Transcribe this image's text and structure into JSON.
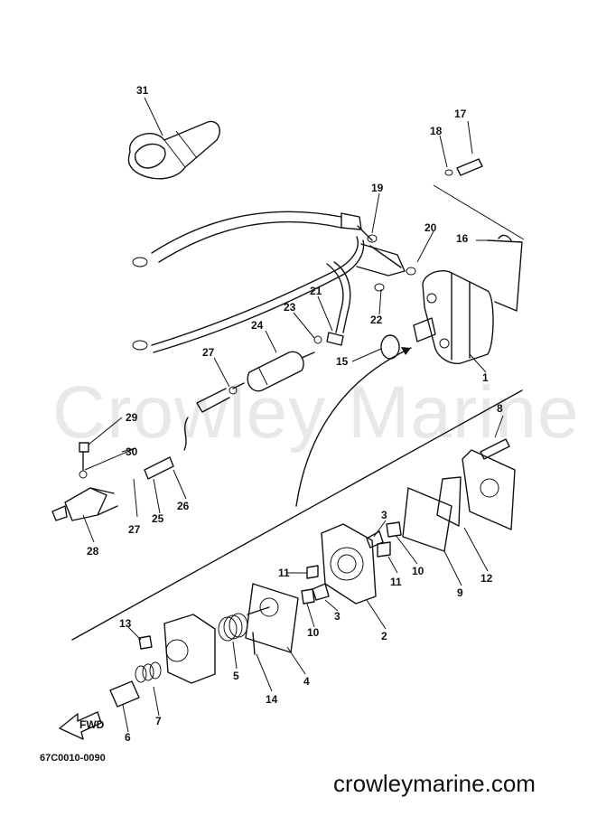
{
  "watermark": "Crowley Marine",
  "footer_url": "crowleymarine.com",
  "diagram_code": "67C0010-0090",
  "fwd_label": "FWD",
  "callouts": {
    "c1": "1",
    "c2": "2",
    "c3a": "3",
    "c3b": "3",
    "c4": "4",
    "c5": "5",
    "c6": "6",
    "c7": "7",
    "c8": "8",
    "c9": "9",
    "c10a": "10",
    "c10b": "10",
    "c11a": "11",
    "c11b": "11",
    "c12": "12",
    "c13": "13",
    "c14": "14",
    "c15": "15",
    "c16": "16",
    "c17": "17",
    "c18": "18",
    "c19": "19",
    "c20": "20",
    "c21": "21",
    "c22": "22",
    "c23": "23",
    "c24": "24",
    "c25": "25",
    "c26": "26",
    "c27a": "27",
    "c27b": "27",
    "c28": "28",
    "c29": "29",
    "c30": "30",
    "c31": "31"
  }
}
